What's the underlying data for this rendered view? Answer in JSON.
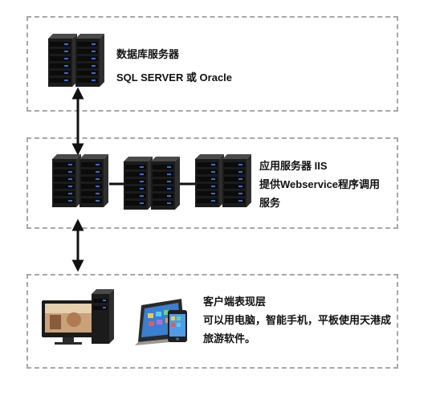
{
  "db_tier": {
    "title": "数据库服务器",
    "subtitle": "SQL SERVER 或 Oracle"
  },
  "app_tier": {
    "title": "应用服务器 IIS",
    "line2": "提供Webservice程序调用",
    "line3": "服务"
  },
  "client_tier": {
    "title": "客户端表现层",
    "line2": "可以用电脑，智能手机，平板使用天港成",
    "line3": "旅游软件。"
  },
  "colors": {
    "server_body": "#1a1a1a",
    "server_led": "#2f6fd8",
    "dashed_border": "#a8a8a8",
    "arrow": "#111111"
  },
  "icons": [
    "db-server-icon",
    "app-server-icon",
    "desktop-pc-icon",
    "tablet-icon",
    "smartphone-icon"
  ]
}
